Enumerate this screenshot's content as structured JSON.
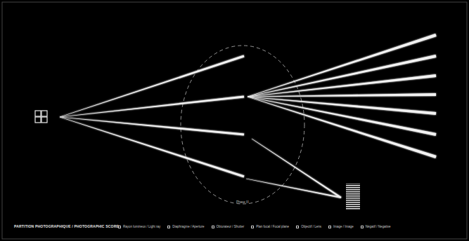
{
  "diagram": {
    "title": "PARTITION PHOTOGRAPHIQUE / PHOTOGRAPHIC SCORE",
    "labels": [
      "Phase III"
    ],
    "legend": [
      {
        "text": "Rayon lumineux / Light ray"
      },
      {
        "text": "Diaphragme / Aperture"
      },
      {
        "text": "Obturateur / Shutter"
      },
      {
        "text": "Plan focal / Focal plane"
      },
      {
        "text": "Objectif / Lens"
      },
      {
        "text": "Image / Image"
      },
      {
        "text": "Négatif / Negative"
      }
    ]
  }
}
